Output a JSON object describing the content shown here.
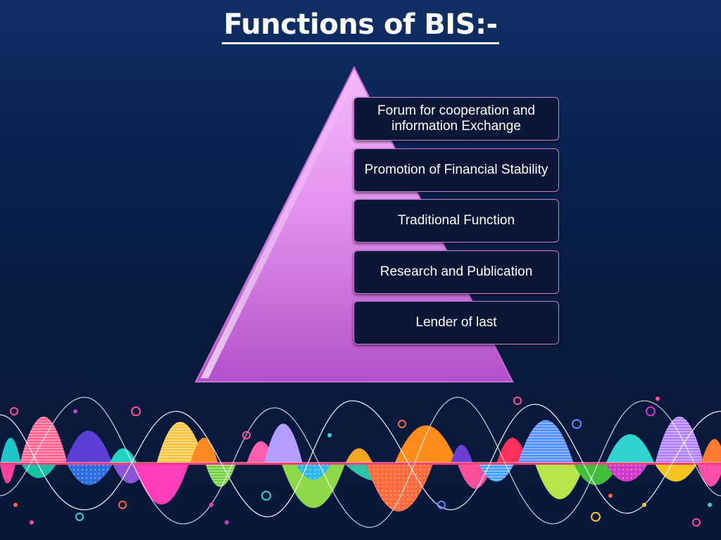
{
  "slide": {
    "title": "Functions of BIS:-",
    "functions": [
      "Forum for cooperation and information Exchange",
      "Promotion of Financial Stability",
      "Traditional Function",
      "Research and Publication",
      "Lender of last"
    ]
  },
  "colors": {
    "background": "#0a2250",
    "pyramid": "#d77ee6",
    "box_fill": "#0a1736",
    "box_border": "#c67bd6",
    "text": "#ffffff"
  }
}
